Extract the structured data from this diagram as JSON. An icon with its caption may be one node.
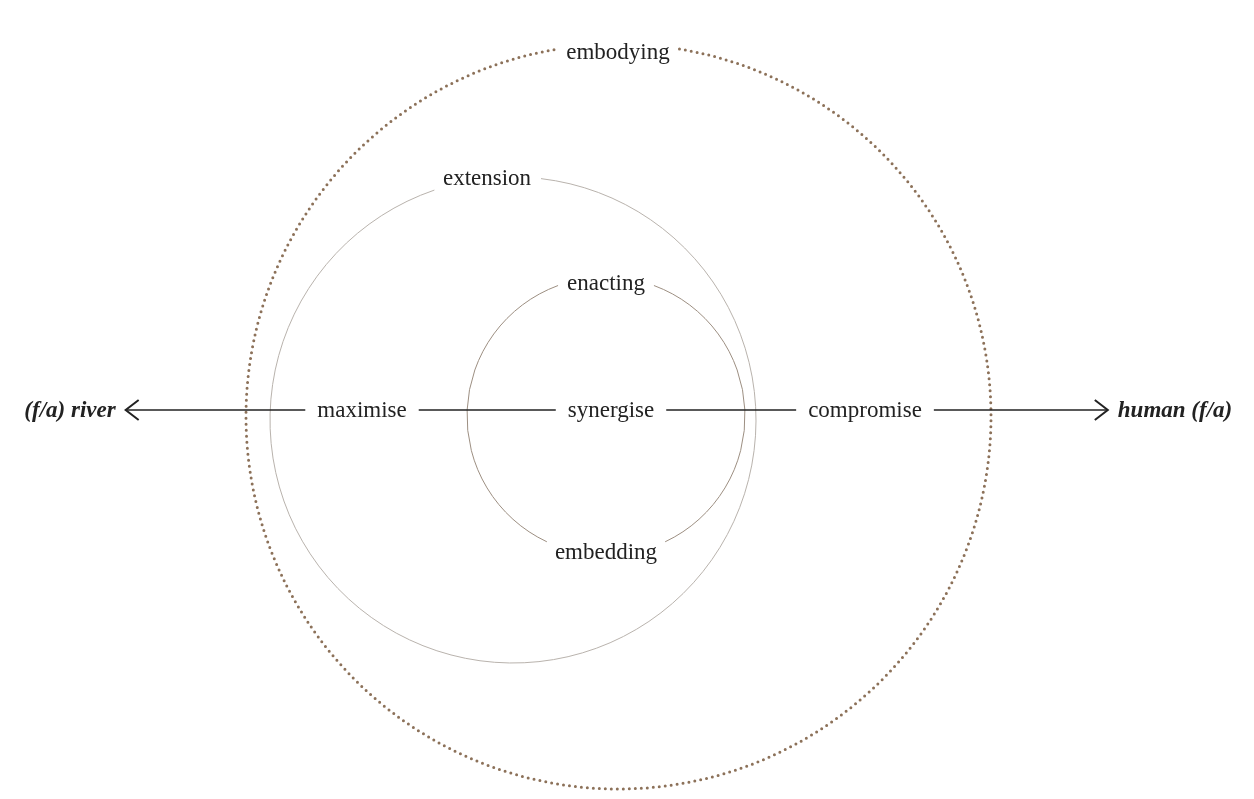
{
  "diagram": {
    "nodes": [
      {
        "text": [
          "embodying"
        ]
      },
      {
        "text": [
          "extension"
        ],
        "in": 0
      },
      {
        "text": [
          "enacting",
          "embedding"
        ],
        "in": 1
      },
      {
        "text": [
          "synergise"
        ],
        "in": 2
      },
      {
        "text": [
          "maximise"
        ],
        "in": 1
      },
      {
        "text": [
          "compromise"
        ],
        "in": 0
      },
      {
        "text": [
          "(f/a) river"
        ]
      },
      {
        "text": [
          "human (f/a)"
        ]
      }
    ],
    "edges": [
      {
        "from": 3,
        "to": 4,
        "arrow": "none"
      },
      {
        "from": 4,
        "to": 6,
        "arrow": "to"
      },
      {
        "from": 3,
        "to": 5,
        "arrow": "none"
      },
      {
        "from": 5,
        "to": 7,
        "arrow": "to"
      }
    ]
  }
}
